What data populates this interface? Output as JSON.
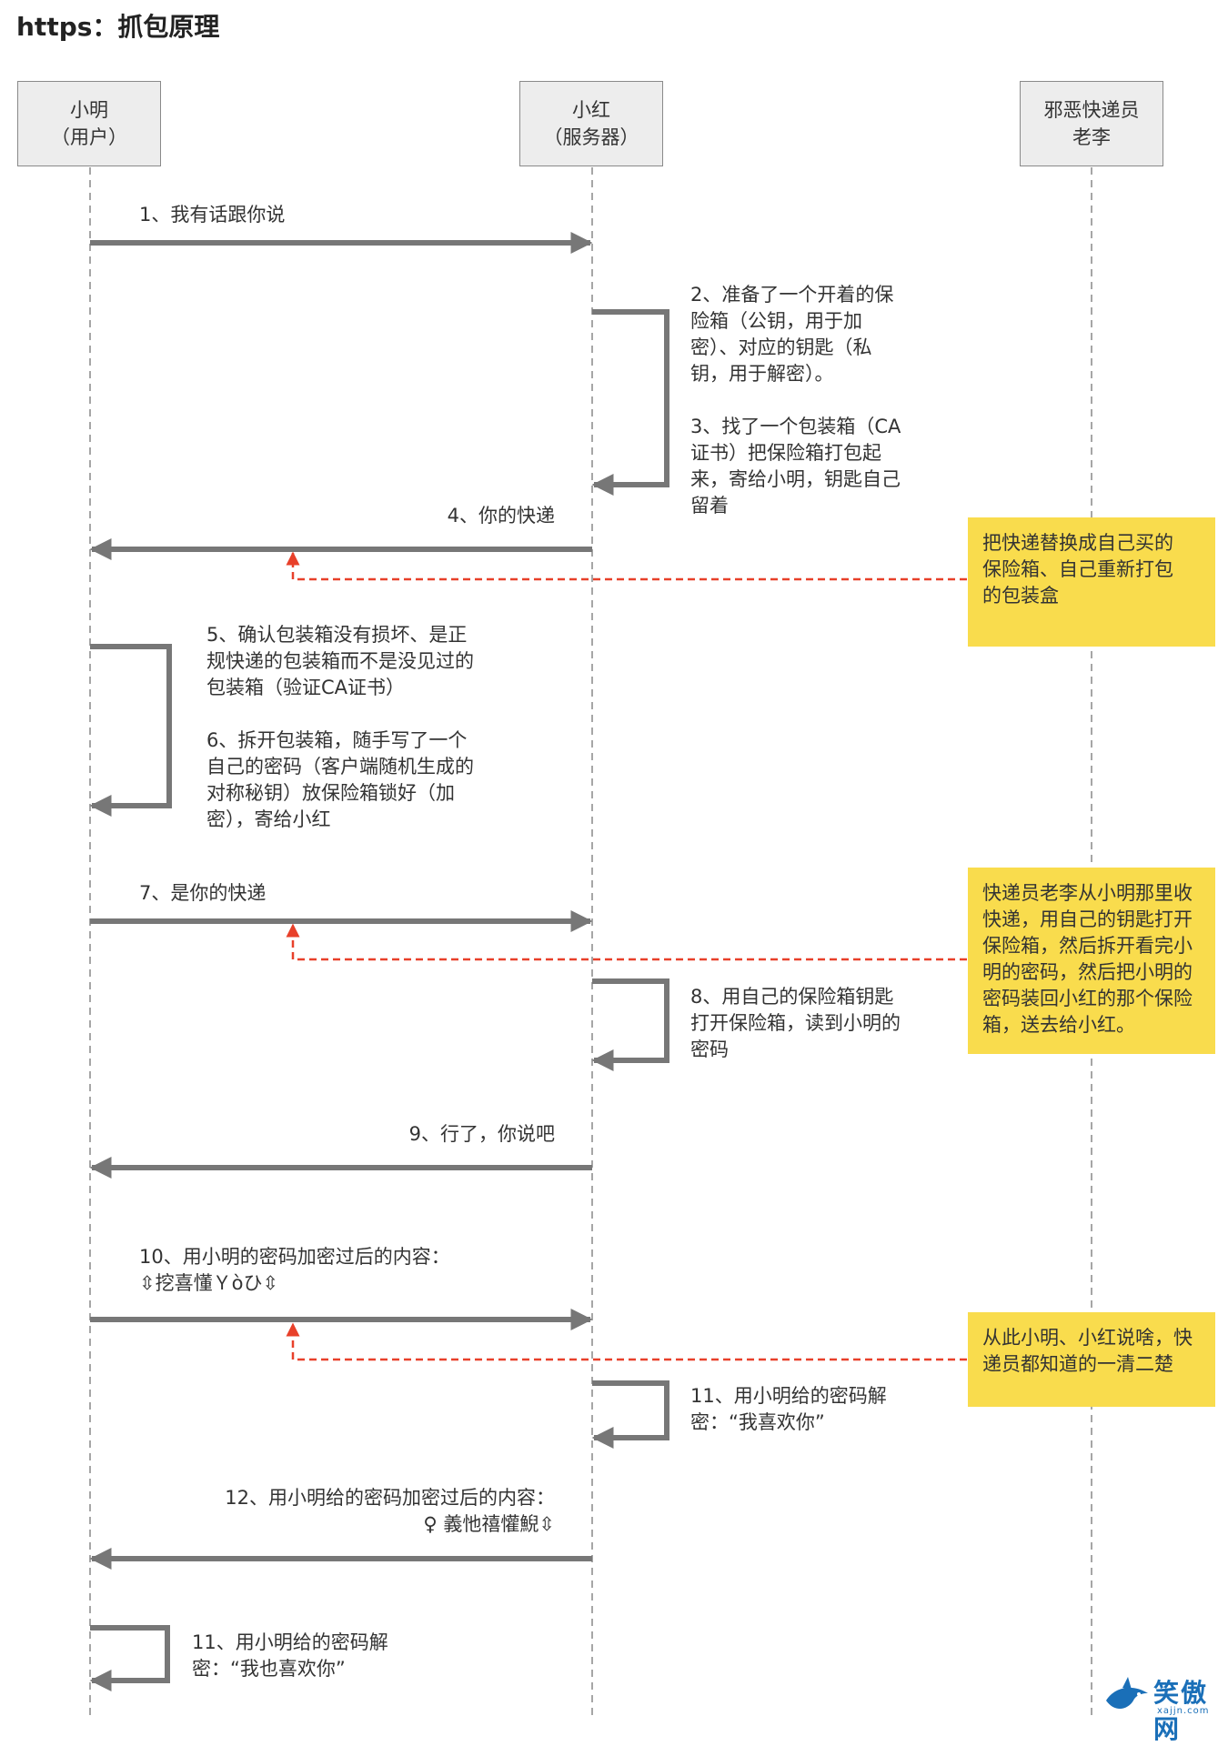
{
  "title": "https：抓包原理",
  "actors": {
    "xiaoming": "小明\n（用户）",
    "xiaohong": "小红\n（服务器）",
    "laoli": "邪恶快递员\n老李"
  },
  "messages": {
    "m1": "1、我有话跟你说",
    "m2_3": "2、准备了一个开着的保\n险箱（公钥，用于加\n密）、对应的钥匙（私\n钥，用于解密）。\n\n3、找了一个包装箱（CA\n证书）把保险箱打包起\n来，寄给小明，钥匙自己\n留着",
    "m4": "4、你的快递",
    "m5_6": "5、确认包装箱没有损坏、是正\n规快递的包装箱而不是没见过的\n包装箱（验证CA证书）\n\n6、拆开包装箱，随手写了一个\n自己的密码（客户端随机生成的\n对称秘钥）放保险箱锁好（加\n密），寄给小红",
    "m7": "7、是你的快递",
    "m8": "8、用自己的保险箱钥匙\n打开保险箱，读到小明的\n密码",
    "m9": "9、行了，你说吧",
    "m10": "10、用小明的密码加密过后的内容：\n⇳挖喜懂Ｙòひ⇳",
    "m11a": "11、用小明给的密码解\n密：“我喜欢你”",
    "m12": "12、用小明给的密码加密过后的内容：\n♀ 義忚禧懽鯢⇳",
    "m11b": "11、用小明给的密码解\n密：“我也喜欢你”"
  },
  "notes": {
    "n1": "把快递替换成自己买的\n保险箱、自己重新打包\n的包装盒",
    "n2": "快递员老李从小明那里收\n快递，用自己的钥匙打开\n保险箱，然后拆开看完小\n明的密码，然后把小明的\n密码装回小红的那个保险\n箱，送去给小红。",
    "n3": "从此小明、小红说啥，快\n递员都知道的一清二楚"
  },
  "watermark": {
    "text": "笑傲网",
    "url": "xajjn.com"
  },
  "colors": {
    "arrow": "#777777",
    "intercept": "#e8402a",
    "note": "#f9dc4d",
    "actor_fill": "#ededed",
    "lifeline": "#888888"
  }
}
